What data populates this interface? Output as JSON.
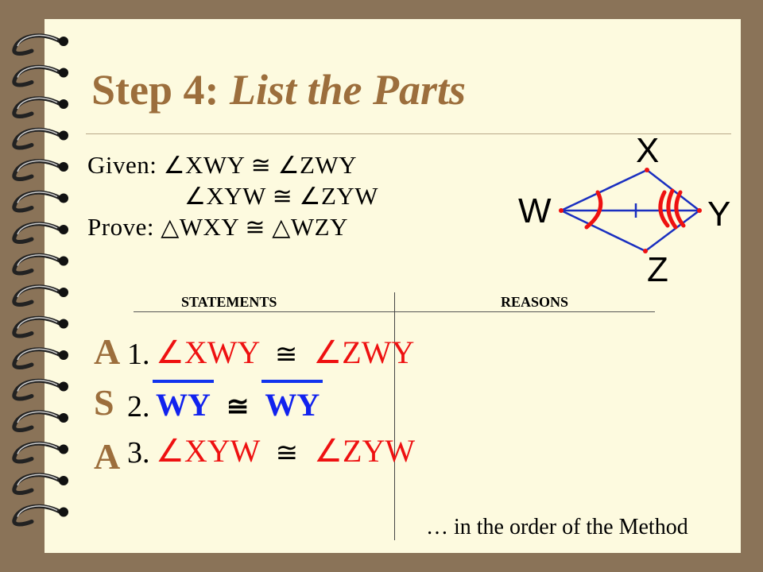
{
  "title": {
    "step": "Step 4:",
    "subtitle": "List the Parts"
  },
  "given": {
    "label": "Given:",
    "line1": {
      "left": "XWY",
      "cong": "≅",
      "right": "ZWY"
    },
    "line2": {
      "left": "XYW",
      "cong": "≅",
      "right": "ZYW"
    }
  },
  "prove": {
    "label": "Prove:",
    "left": "WXY",
    "cong": "≅",
    "right": "WZY"
  },
  "diagram": {
    "labels": {
      "x": "X",
      "w": "W",
      "y": "Y",
      "z": "Z"
    }
  },
  "table": {
    "headers": {
      "statements": "STATEMENTS",
      "reasons": "REASONS"
    },
    "rows": [
      {
        "letter": "A",
        "num": "1.",
        "left": "XWY",
        "cong": "≅",
        "right": "ZWY"
      },
      {
        "letter": "S",
        "num": "2.",
        "left": "WY",
        "cong": "≅",
        "right": "WY"
      },
      {
        "letter": "A",
        "num": "3.",
        "left": "XYW",
        "cong": "≅",
        "right": "ZYW"
      }
    ]
  },
  "note": "… in the order of the Method",
  "colors": {
    "title": "#9c6e3c",
    "angle": "#ee1111",
    "segment": "#1122ee",
    "diagram": "#1a2fc0",
    "marks": "#ee1111"
  },
  "icons": {
    "angle": "angle-symbol-icon",
    "triangle": "triangle-symbol-icon",
    "ring": "spiral-ring-icon"
  }
}
